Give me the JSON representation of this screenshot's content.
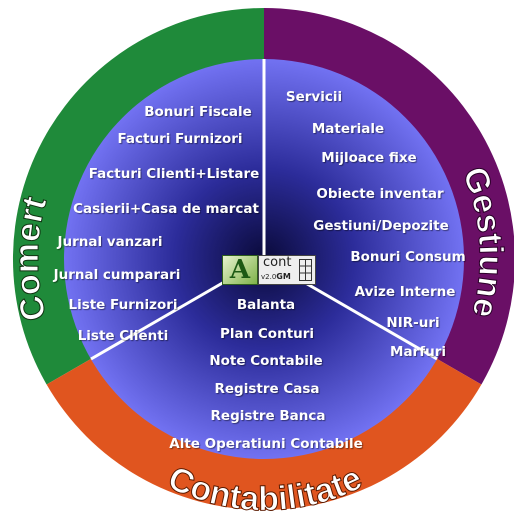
{
  "sections": {
    "comert": {
      "title": "Comert",
      "color": "#1f8a3a"
    },
    "gestiune": {
      "title": "Gestiune",
      "color": "#6a0f66"
    },
    "contabilitate": {
      "title": "Contabilitate",
      "color": "#e0551f"
    }
  },
  "comert_items": [
    "Bonuri Fiscale",
    "Facturi Furnizori",
    "Facturi Clienti+Listare",
    "Casierii+Casa de marcat",
    "Jurnal vanzari",
    "Jurnal cumparari",
    "Liste Furnizori",
    "Liste Clienti"
  ],
  "gestiune_items": [
    "Servicii",
    "Materiale",
    "Mijloace fixe",
    "Obiecte inventar",
    "Gestiuni/Depozite",
    "Bonuri Consum",
    "Avize Interne",
    "NIR-uri",
    "Marfuri"
  ],
  "contabilitate_items": [
    "Balanta",
    "Plan Conturi",
    "Note Contabile",
    "Registre Casa",
    "Registre Banca",
    "Alte Operatiuni Contabile"
  ],
  "logo": {
    "letter": "A",
    "word": "cont",
    "version_prefix": "v2.0",
    "version_suffix": "GM"
  },
  "colors": {
    "inner_center": "#0a0a3a",
    "inner_edge": "#6f6ff2",
    "divider": "#ffffff"
  }
}
